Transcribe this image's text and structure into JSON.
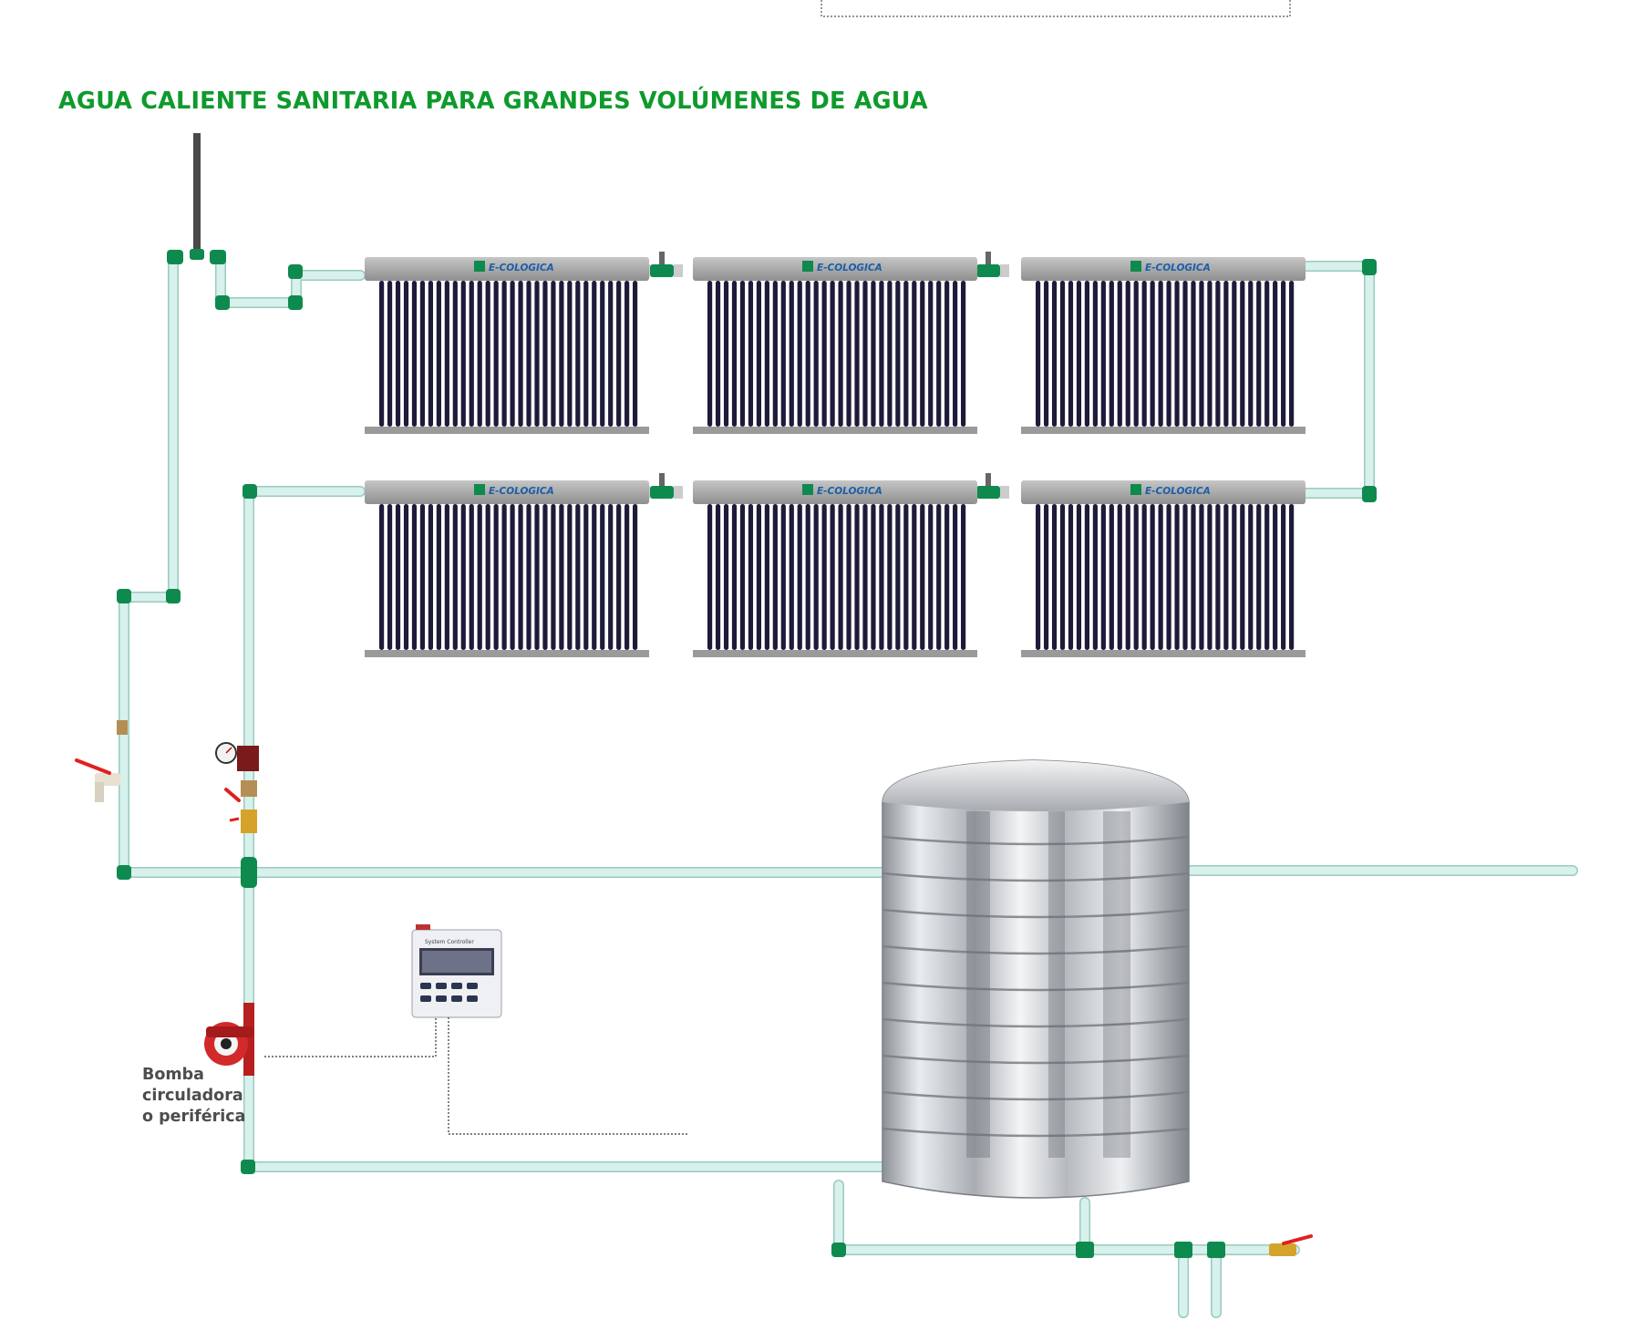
{
  "title": "AGUA CALIENTE SANITARIA PARA GRANDES VOLÚMENES DE AGUA",
  "pump_label": {
    "line1": "Bomba",
    "line2": "circuladora",
    "line3": "o periférica"
  },
  "collector_brand": "E-COLOGICA",
  "collectors": [
    {
      "row": 1,
      "col": 1
    },
    {
      "row": 1,
      "col": 2
    },
    {
      "row": 1,
      "col": 3
    },
    {
      "row": 2,
      "col": 1
    },
    {
      "row": 2,
      "col": 2
    },
    {
      "row": 2,
      "col": 3
    }
  ],
  "colors": {
    "title": "#0e9a2c",
    "pipe": "#d7f1ec",
    "pipe_edge": "#9cc9bf",
    "fitting": "#0e8a4e",
    "collector_header": "#a6a6a6",
    "tube": "#1e1a3a",
    "pump": "#d22a2a",
    "valve_handle": "#e02020",
    "brass": "#d6a32a",
    "tank": "#c9ccd0"
  },
  "icons": {
    "pump": "circulation-pump-icon",
    "controller": "solar-controller-icon",
    "gauge": "pressure-gauge-icon",
    "tank": "stainless-steel-tank-icon",
    "faucet": "hose-bib-faucet-icon",
    "valve": "ball-valve-icon"
  }
}
